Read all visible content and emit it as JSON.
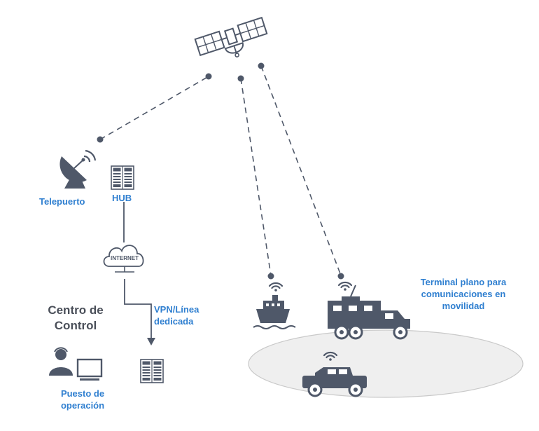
{
  "labels": {
    "teleport": "Telepuerto",
    "hub": "HUB",
    "internet": "INTERNET",
    "vpn_line1": "VPN/Línea",
    "vpn_line2": "dedicada",
    "control_line1": "Centro de",
    "control_line2": "Control",
    "operator_line1": "Puesto de",
    "operator_line2": "operación",
    "terminal_line1": "Terminal plano para",
    "terminal_line2": "comunicaciones en",
    "terminal_line3": "movilidad"
  },
  "colors": {
    "icon": "#4f5869",
    "icon_light": "#9aa1ad",
    "accent_text": "#2f7fd0",
    "dark_text": "#4a4f59",
    "ellipse_fill": "#efefef",
    "ellipse_stroke": "#c9c9c9",
    "link_dashed": "#4f5869"
  },
  "icons": [
    "satellite-icon",
    "satellite-dish-icon",
    "server-rack-icon",
    "cloud-internet-icon",
    "operator-workstation-icon",
    "ship-icon",
    "truck-icon",
    "jeep-icon",
    "wifi-signal-icon"
  ]
}
